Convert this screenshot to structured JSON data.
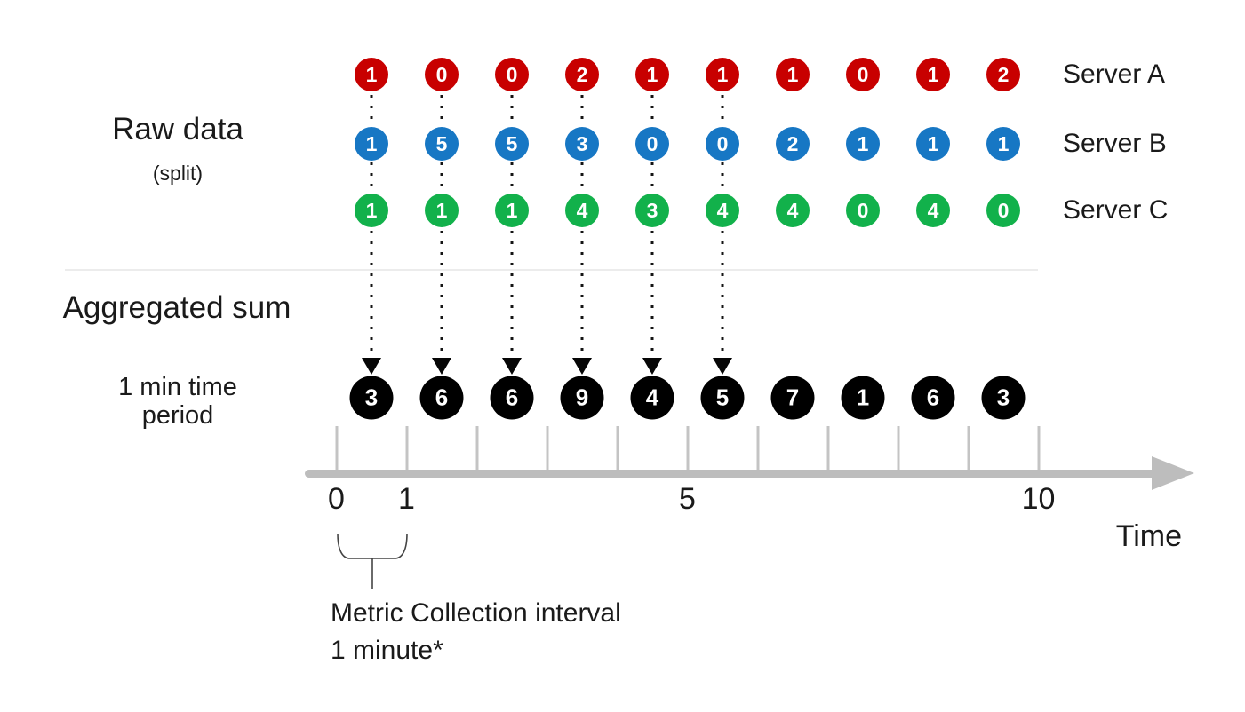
{
  "labels": {
    "raw_data": "Raw data",
    "split": "(split)",
    "aggregated_sum": "Aggregated sum",
    "period_lines": [
      "1 min time",
      "period"
    ],
    "time_axis": "Time",
    "annotation_lines": [
      "Metric Collection interval",
      "1 minute*"
    ]
  },
  "servers": [
    {
      "name": "Server A",
      "color": "#C80000",
      "values": [
        1,
        0,
        0,
        2,
        1,
        1,
        1,
        0,
        1,
        2
      ]
    },
    {
      "name": "Server B",
      "color": "#1777C4",
      "values": [
        1,
        5,
        5,
        3,
        0,
        0,
        2,
        1,
        1,
        1
      ]
    },
    {
      "name": "Server C",
      "color": "#12B14B",
      "values": [
        1,
        1,
        1,
        4,
        3,
        4,
        4,
        0,
        4,
        0
      ]
    }
  ],
  "aggregated": {
    "color": "#000000",
    "values": [
      3,
      6,
      6,
      9,
      4,
      5,
      7,
      1,
      6,
      3
    ]
  },
  "axis": {
    "tick_count": 11,
    "tick_labels": [
      {
        "text": "0",
        "tick": 0
      },
      {
        "text": "1",
        "tick": 1
      },
      {
        "text": "5",
        "tick": 5
      },
      {
        "text": "10",
        "tick": 10
      }
    ],
    "line_color": "#BDBDBD",
    "tick_color": "#C4C4C4"
  },
  "arrow_columns": 6,
  "chart_data": {
    "type": "scatter",
    "x_intervals": [
      1,
      2,
      3,
      4,
      5,
      6,
      7,
      8,
      9,
      10
    ],
    "series": [
      {
        "name": "Server A",
        "values": [
          1,
          0,
          0,
          2,
          1,
          1,
          1,
          0,
          1,
          2
        ]
      },
      {
        "name": "Server B",
        "values": [
          1,
          5,
          5,
          3,
          0,
          0,
          2,
          1,
          1,
          1
        ]
      },
      {
        "name": "Server C",
        "values": [
          1,
          1,
          1,
          4,
          3,
          4,
          4,
          0,
          4,
          0
        ]
      },
      {
        "name": "Aggregated sum",
        "values": [
          3,
          6,
          6,
          9,
          4,
          5,
          7,
          1,
          6,
          3
        ]
      }
    ],
    "xlabel": "Time",
    "x_tick_labels": [
      "0",
      "1",
      "5",
      "10"
    ]
  }
}
